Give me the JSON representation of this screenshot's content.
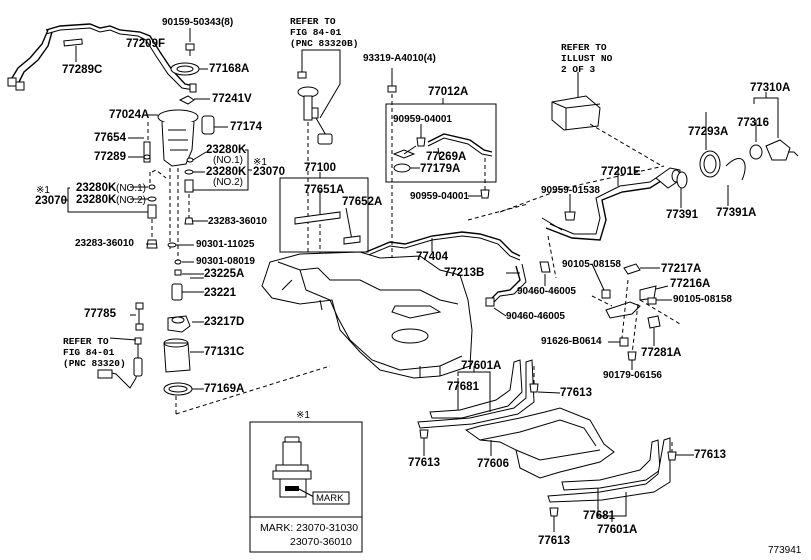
{
  "diagram": {
    "title": "Fuel tank & tube parts diagram",
    "figure_number": "773941",
    "labels": {
      "p77289C": "77289C",
      "p77209F": "77209F",
      "p90159": "90159-50343(8)",
      "p77168A": "77168A",
      "p77241V": "77241V",
      "p77024A": "77024A",
      "p77174": "77174",
      "p77654": "77654",
      "p77289": "77289",
      "p23280K_r1": "23280K",
      "p23280K_r1_sub": "(NO.1)",
      "p23280K_r2": "23280K",
      "p23280K_r2_sub": "(NO.2)",
      "p23070_r_mark": "※1",
      "p23070_r": "23070",
      "p23070_l_mark": "※1",
      "p23070_l": "23070",
      "p23280K_l1": "23280K",
      "p23280K_l1_sub": "(NO.1)",
      "p23280K_l2": "23280K",
      "p23280K_l2_sub": "(NO.2)",
      "p23283_r": "23283-36010",
      "p23283_l": "23283-36010",
      "p90301_11025": "90301-11025",
      "p90301_08019": "90301-08019",
      "p23225A": "23225A",
      "p23221": "23221",
      "p77785": "77785",
      "p23217D": "23217D",
      "p77131C": "77131C",
      "p77169A": "77169A",
      "p77100": "77100",
      "p77651A": "77651A",
      "p77652A": "77652A",
      "p93319": "93319-A4010(4)",
      "p77012A": "77012A",
      "p90959_04001_a": "90959-04001",
      "p77269A": "77269A",
      "p77179A": "77179A",
      "p90959_04001_b": "90959-04001",
      "p77404": "77404",
      "p77213B": "77213B",
      "p77310A": "77310A",
      "p77293A": "77293A",
      "p77316": "77316",
      "p77201E": "77201E",
      "p90959_01538": "90959-01538",
      "p77391": "77391",
      "p77391A": "77391A",
      "p90105_08158_a": "90105-08158",
      "p77217A": "77217A",
      "p77216A": "77216A",
      "p90105_08158_b": "90105-08158",
      "p90460_46005_a": "90460-46005",
      "p90460_46005_b": "90460-46005",
      "p91626": "91626-B0614",
      "p77281A": "77281A",
      "p90179": "90179-06156",
      "p77601A_top": "77601A",
      "p77681_top": "77681",
      "p77613_a": "77613",
      "p77613_b": "77613",
      "p77606": "77606",
      "p77613_c": "77613",
      "p77681_bot": "77681",
      "p77601A_bot": "77601A",
      "p77613_d": "77613"
    },
    "notes": {
      "refer_gauge": "REFER TO\nFIG 84-01\n(PNC 83320B)",
      "refer_sender": "REFER TO\nFIG 84-01\n(PNC 83320)",
      "refer_canister": "REFER TO\nILLUST NO\n2 OF 3"
    },
    "inset": {
      "ref_mark": "※1",
      "mark_tag": "MARK",
      "mark_line1": "MARK: 23070-31030",
      "mark_line2": "23070-36010"
    }
  }
}
